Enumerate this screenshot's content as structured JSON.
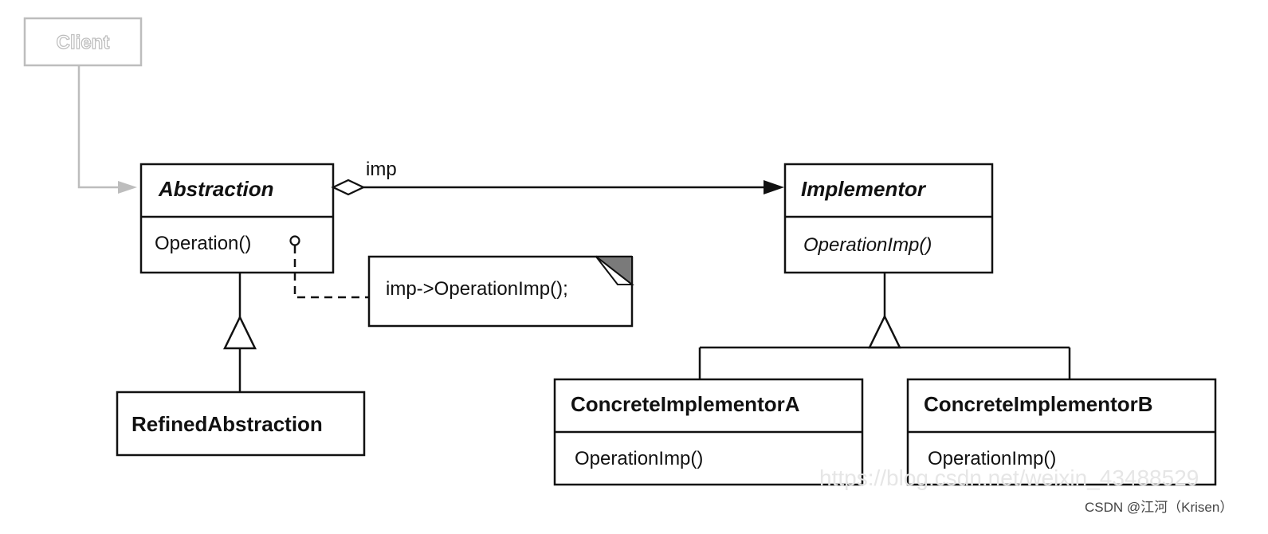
{
  "diagram": {
    "client": {
      "label": "Client"
    },
    "abstraction": {
      "name": "Abstraction",
      "operation": "Operation()"
    },
    "association": {
      "label": "imp"
    },
    "implementor": {
      "name": "Implementor",
      "operation": "OperationImp()"
    },
    "note": {
      "text": "imp->OperationImp();"
    },
    "refined_abstraction": {
      "name": "RefinedAbstraction"
    },
    "concrete_a": {
      "name": "ConcreteImplementorA",
      "operation": "OperationImp()"
    },
    "concrete_b": {
      "name": "ConcreteImplementorB",
      "operation": "OperationImp()"
    }
  },
  "watermark": {
    "text": "https://blog.csdn.net/weixin_43488529"
  },
  "credit": {
    "text": "CSDN @江河（Krisen）"
  },
  "colors": {
    "ink": "#111111",
    "client_gray": "#bdbdbd",
    "note_corner": "#7a7a7a",
    "watermark": "#e6e6e6"
  }
}
